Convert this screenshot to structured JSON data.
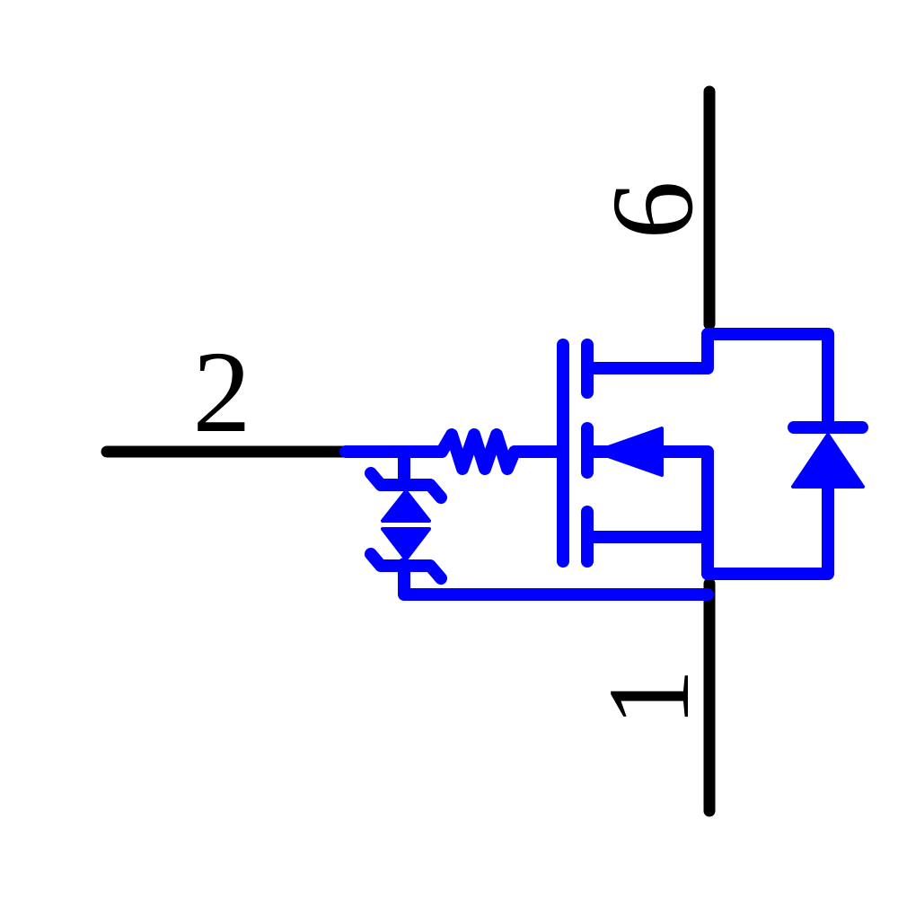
{
  "schematic": {
    "kind": "power-mosfet-circuit-symbol",
    "components": [
      "n-channel-mosfet",
      "gate-series-resistor",
      "back-to-back-zener-gate-protection-diodes",
      "body-diode"
    ],
    "colors": {
      "background": "#ffffff",
      "wire": "#0000ff",
      "pin": "#000000"
    },
    "pins": [
      {
        "label": "6",
        "position": "top-right-vertical-lead"
      },
      {
        "label": "2",
        "position": "left-horizontal-lead"
      },
      {
        "label": "1",
        "position": "bottom-right-vertical-lead"
      }
    ]
  }
}
